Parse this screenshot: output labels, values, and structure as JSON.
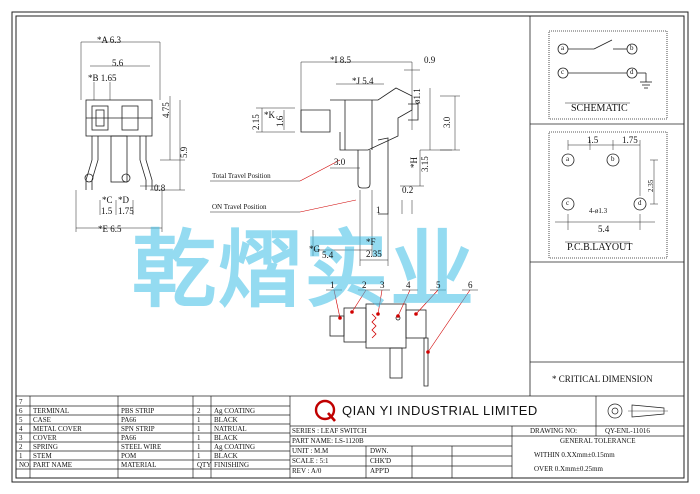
{
  "drawing": {
    "dims_front": {
      "A": "*A 6.3",
      "w56": "5.6",
      "B": "*B 1.65",
      "h475": "4.75",
      "h59": "5.9",
      "C": "*C",
      "D": "*D",
      "c15": "1.5",
      "d175": "1.75",
      "w08": "0.8",
      "E": "*E 6.5"
    },
    "dims_side": {
      "I": "*I 8.5",
      "J": "*J 5.4",
      "w09": "0.9",
      "dia11": "ø1.1",
      "h215": "2.15",
      "K": "*K",
      "k16": "1.6",
      "h30r": "3.0",
      "w30": "3.0",
      "H": "*H",
      "h315": "3.15",
      "w02": "0.2",
      "w1": "1",
      "G": "*G",
      "g54": "5.4",
      "F": "*F",
      "f235": "2.35"
    },
    "positions": {
      "total": "Total Travel Position",
      "on": "ON Travel Position"
    },
    "schematic": {
      "title": "SCHEMATIC",
      "a": "a",
      "b": "b",
      "c": "c",
      "d": "d"
    },
    "pcb": {
      "title": "P.C.B.LAYOUT",
      "d15": "1.5",
      "d175": "1.75",
      "d235": "2.35",
      "hole": "4-ø1.3",
      "d54": "5.4",
      "a": "a",
      "b": "b",
      "c": "c",
      "d": "d"
    },
    "callouts": [
      "1",
      "2",
      "3",
      "4",
      "5",
      "6"
    ],
    "critical": "* CRITICAL DIMENSION",
    "watermark": "乾熠实业"
  },
  "bom": {
    "rows": [
      {
        "no": "7",
        "part": "",
        "material": "",
        "qty": "",
        "finish": ""
      },
      {
        "no": "6",
        "part": "TERMINAL",
        "material": "PBS STRIP",
        "qty": "2",
        "finish": "Ag COATING"
      },
      {
        "no": "5",
        "part": "CASE",
        "material": "PA66",
        "qty": "1",
        "finish": "BLACK"
      },
      {
        "no": "4",
        "part": "METAL COVER",
        "material": "SPN STRIP",
        "qty": "1",
        "finish": "NATRUAL"
      },
      {
        "no": "3",
        "part": "COVER",
        "material": "PA66",
        "qty": "1",
        "finish": "BLACK"
      },
      {
        "no": "2",
        "part": "SPRING",
        "material": "STEEL WIRE",
        "qty": "1",
        "finish": "Ag COATING"
      },
      {
        "no": "1",
        "part": "STEM",
        "material": "POM",
        "qty": "1",
        "finish": "BLACK"
      }
    ],
    "header": {
      "no": "NO.",
      "part": "PART NAME",
      "material": "MATERIAL",
      "qty": "QTY",
      "finish": "FINISHING"
    }
  },
  "title_block": {
    "logo_letter": "Q",
    "company": "QIAN  YI  INDUSTRIAL  LIMITED",
    "drawing_no_label": "DRAWING NO:",
    "drawing_no": "QY-ENL-11016",
    "series": "SERIES : LEAF  SWITCH",
    "part_name": "PART NAME: LS-1120B",
    "unit": "UNIT : M.M",
    "dwn": "DWN.",
    "scale": "SCALE : 5:1",
    "chkd": "CHK'D",
    "rev": "REV  :  A/0",
    "appd": "APP'D",
    "tolerance_title": "GENERAL TOLERANCE",
    "tol1": "WITHIN 0.XXmm±0.15mm",
    "tol2": "OVER   0.Xmm±0.25mm"
  }
}
